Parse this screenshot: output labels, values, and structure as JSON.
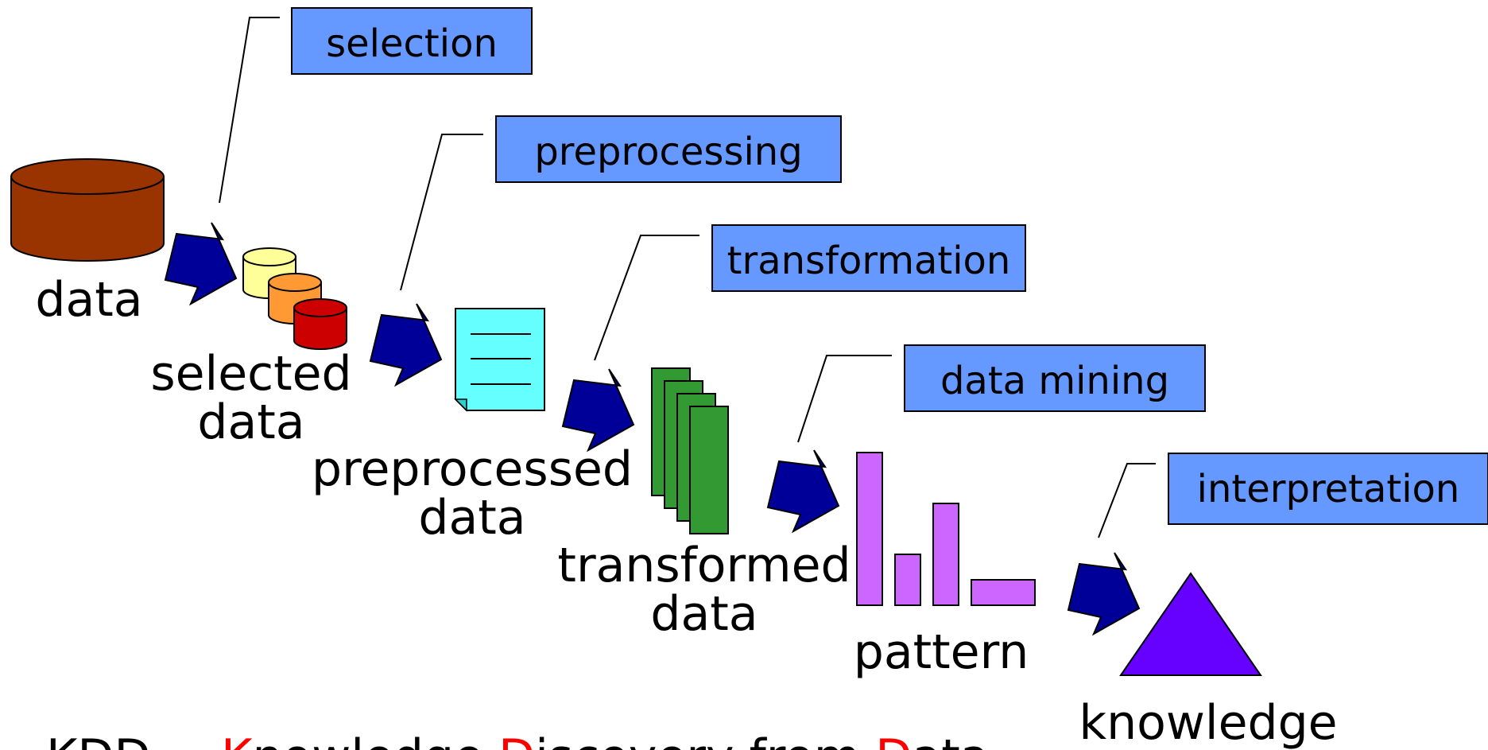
{
  "steps": {
    "selection": "selection",
    "preprocessing": "preprocessing",
    "transformation": "transformation",
    "data_mining": "data mining",
    "interpretation": "interpretation"
  },
  "stages": {
    "data": "data",
    "selected_1": "selected",
    "selected_2": "data",
    "preprocessed_1": "preprocessed",
    "preprocessed_2": "data",
    "transformed_1": "transformed",
    "transformed_2": "data",
    "pattern": "pattern",
    "knowledge": "knowledge"
  },
  "footer": {
    "prefix": "KDD = ",
    "k": "K",
    "k_rest": "nowledge ",
    "d1": "D",
    "d1_rest": "iscovery from ",
    "d2": "D",
    "d2_rest": "ata"
  },
  "colors": {
    "step_box": "#6699ff",
    "arrow": "#000099",
    "data_cylinder": "#993300",
    "selected_cyl_1": "#ffff99",
    "selected_cyl_2": "#ff9933",
    "selected_cyl_3": "#cc0000",
    "preprocessed_doc": "#66ffff",
    "transformed_pages": "#339933",
    "pattern_bars": "#cc66ff",
    "knowledge_triangle": "#6600ff",
    "highlight": "#ff0000"
  }
}
